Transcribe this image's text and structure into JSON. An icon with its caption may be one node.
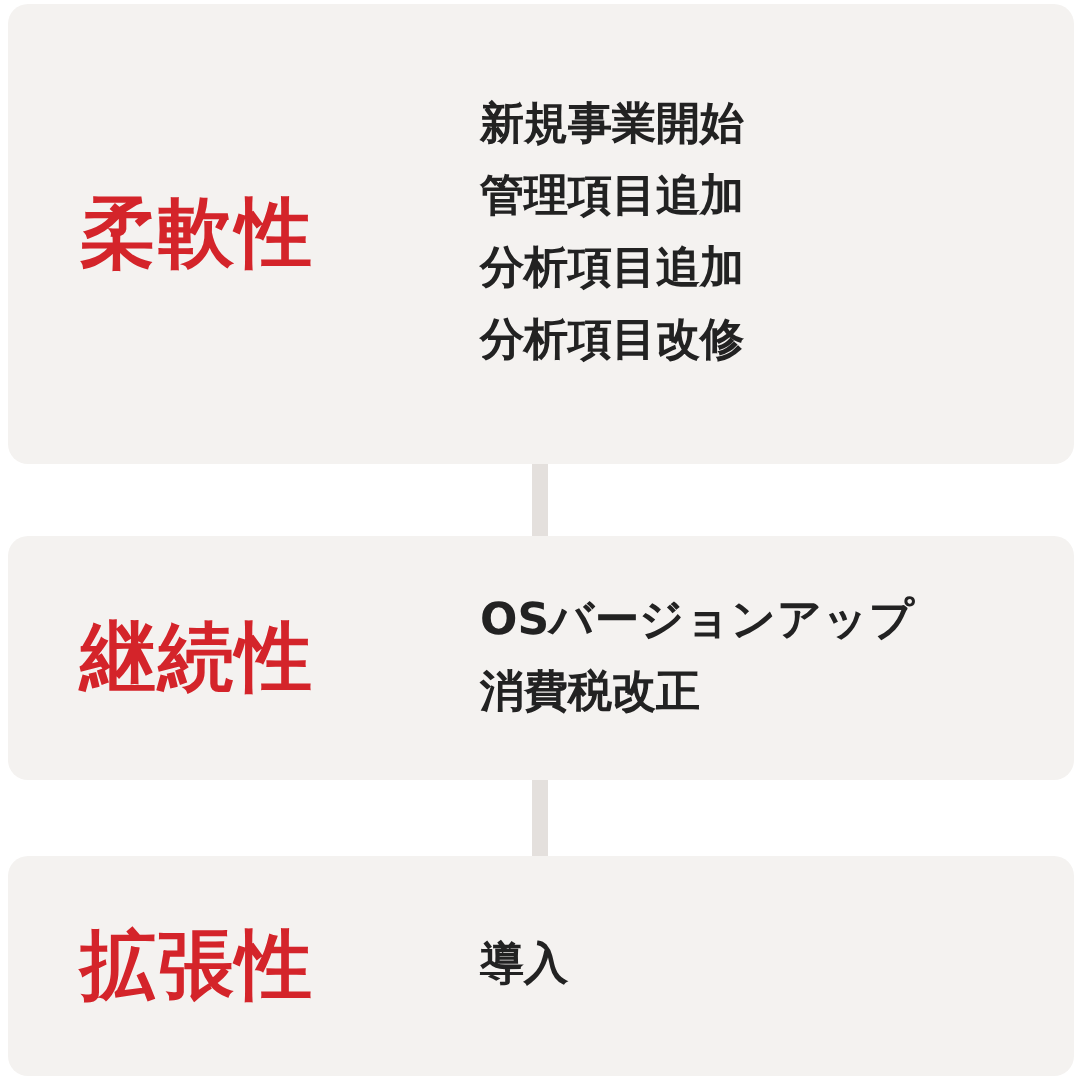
{
  "diagram": {
    "nodes": [
      {
        "text": [
          "柔軟性",
          "新規事業開始",
          "管理項目追加",
          "分析項目追加",
          "分析項目改修"
        ]
      },
      {
        "text": [
          "継続性",
          "OSバージョンアップ",
          "消費税改正"
        ]
      },
      {
        "text": [
          "拡張性",
          "導入"
        ]
      }
    ],
    "edges": [
      {
        "from": 0,
        "to": 1,
        "arrow": "none"
      },
      {
        "from": 1,
        "to": 2,
        "arrow": "none"
      }
    ]
  }
}
